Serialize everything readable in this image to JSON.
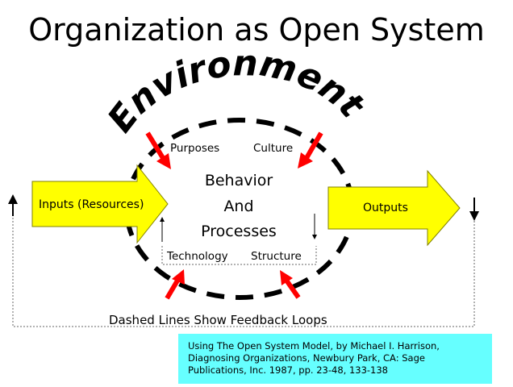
{
  "title": "Organization as Open System",
  "environment": "Environment",
  "inputs_label": "Inputs (Resources)",
  "outputs_label": "Outputs",
  "purposes": "Purposes",
  "culture": "Culture",
  "center": {
    "line1": "Behavior",
    "line2": "And",
    "line3": "Processes"
  },
  "technology": "Technology",
  "structure": "Structure",
  "feedback_caption": "Dashed Lines Show Feedback Loops",
  "citation": {
    "line1": "Using The Open System Model, by Michael I. Harrison,",
    "line2": "Diagnosing Organizations, Newbury Park, CA: Sage",
    "line3": "Publications, Inc. 1987, pp. 23-48, 133-138"
  },
  "colors": {
    "arrow_fill": "#ffff00",
    "arrow_stroke": "#808000",
    "influence_arrow": "#ff0000",
    "citation_bg": "#66ffff"
  }
}
